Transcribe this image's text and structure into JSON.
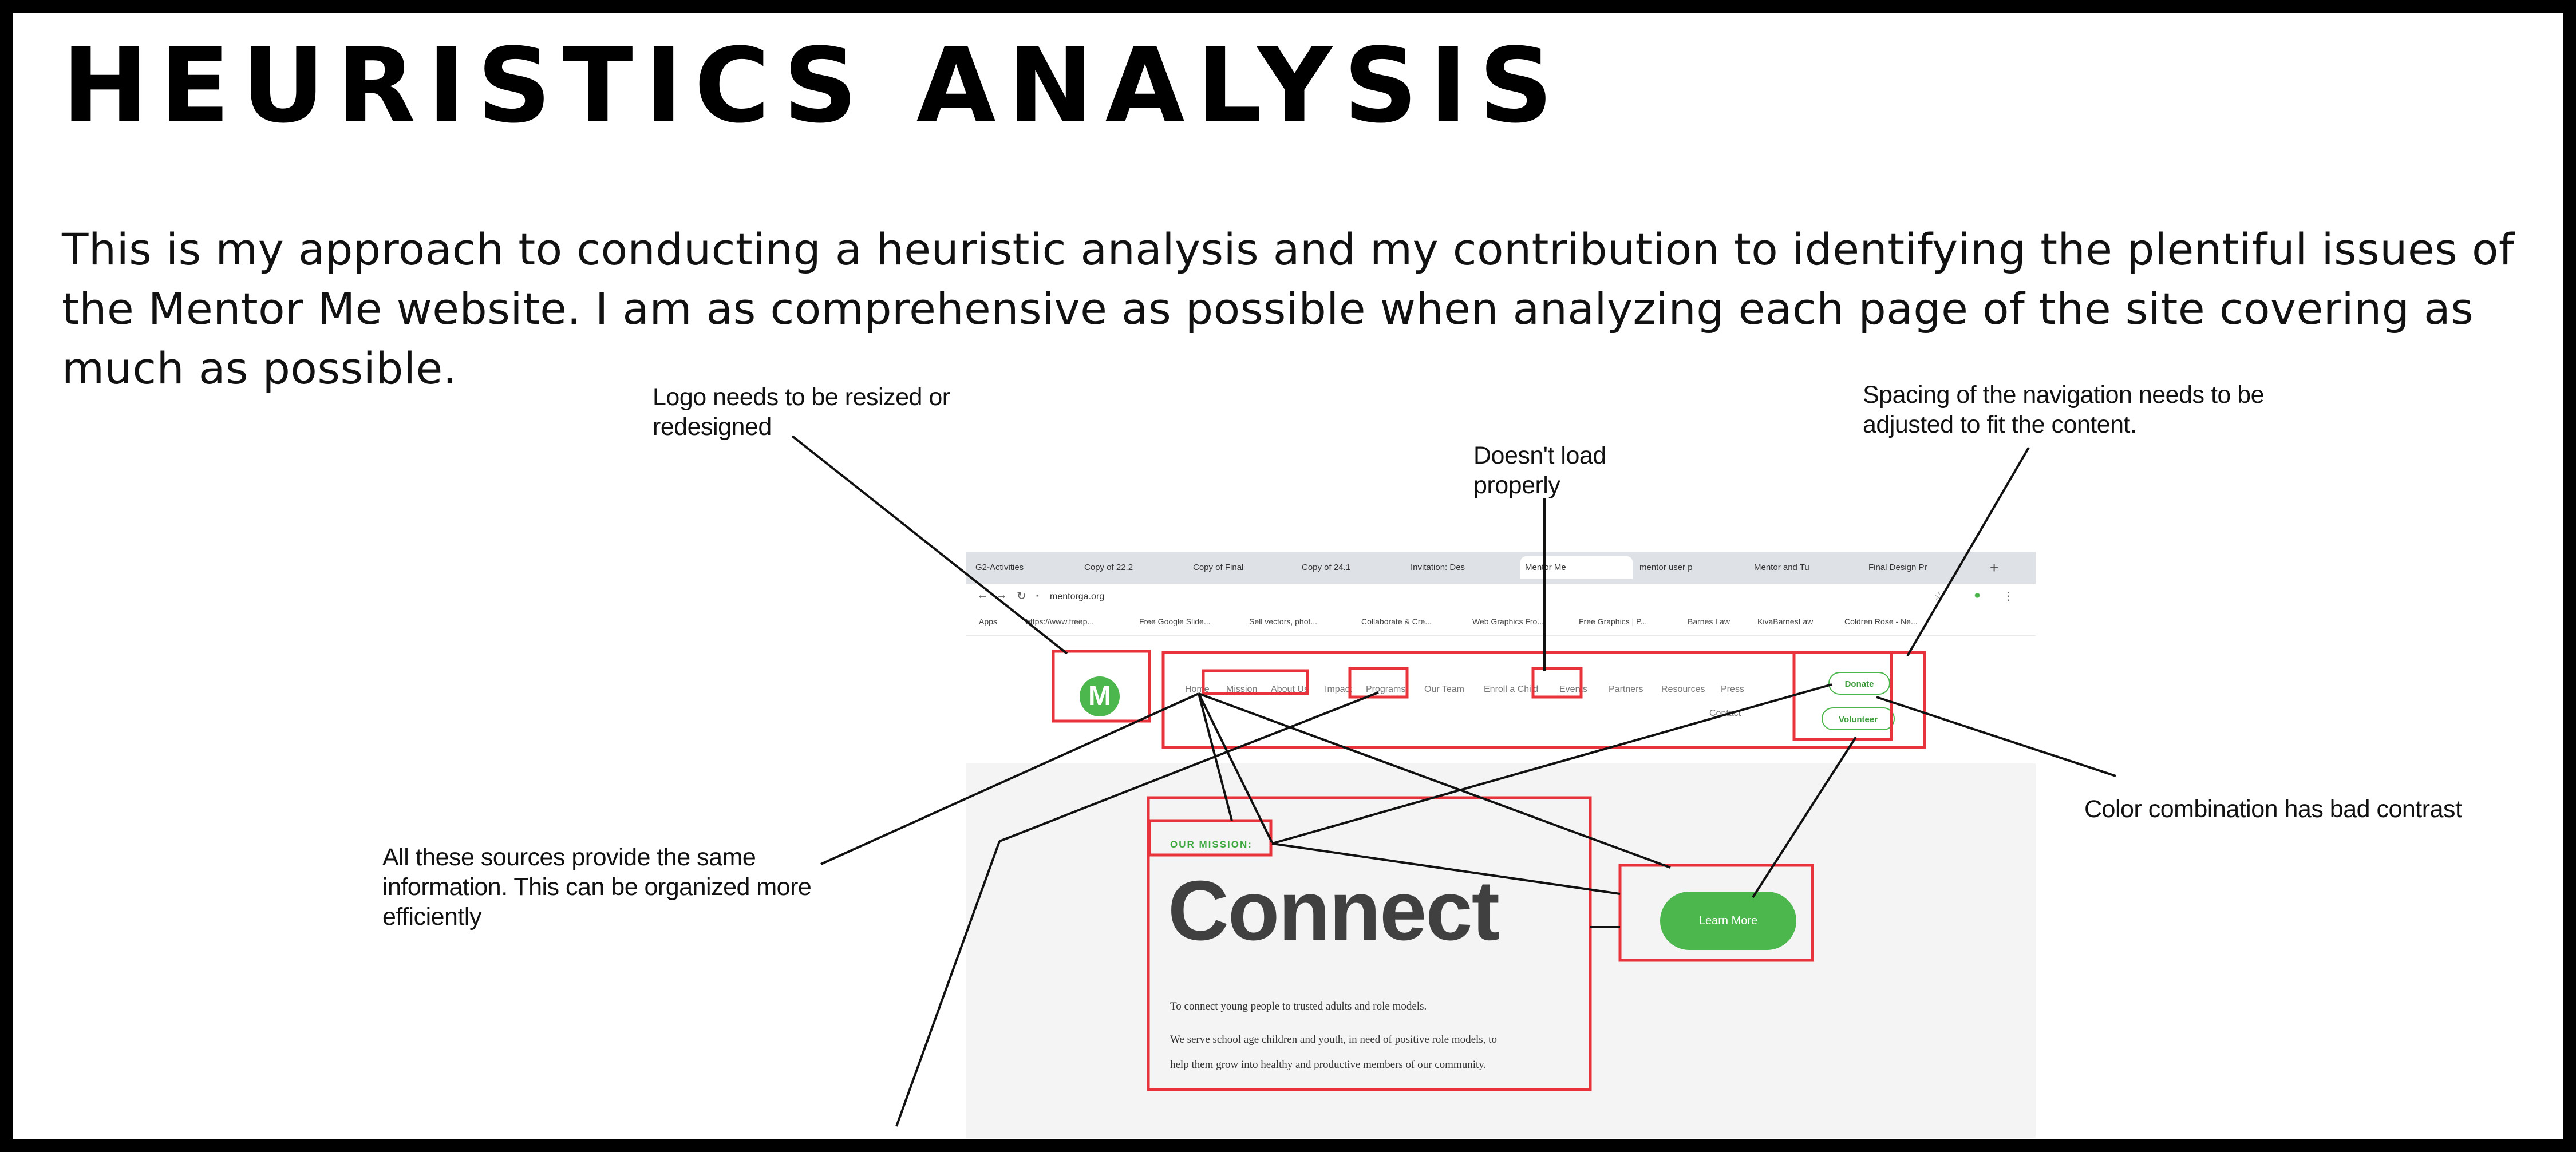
{
  "page": {
    "title": "HEURISTICS ANALYSIS",
    "intro": "This is my approach to conducting a heuristic analysis and my contribution to identifying the plentiful issues of the Mentor Me website. I am as comprehensive as possible when analyzing each page of the site covering as much as possible."
  },
  "annotations": {
    "logo": "Logo needs to be resized or redesigned",
    "load": "Doesn't load properly",
    "nav_spacing": "Spacing of the navigation needs to be adjusted to fit the content.",
    "contrast": "Color combination has bad contrast",
    "sources": "All these sources provide the same information. This can be organized more efficiently"
  },
  "screenshot": {
    "browser_tabs": [
      "G2-Activities",
      "Copy of 22.2",
      "Copy of Final",
      "Copy of 24.1",
      "Invitation: Des",
      "Mentor Me",
      "mentor user p",
      "Mentor and Tu",
      "Final Design Pr"
    ],
    "url": "mentorga.org",
    "bookmarks": [
      "Apps",
      "https://www.freep...",
      "Free Google Slide...",
      "Sell vectors, phot...",
      "Collaborate & Cre...",
      "Web Graphics Fro...",
      "Free Graphics | P...",
      "Barnes Law",
      "KivaBarnesLaw",
      "Coldren Rose - Ne..."
    ],
    "logo_letter": "M",
    "site_nav": [
      "Home",
      "Mission",
      "About Us",
      "Impact",
      "Programs",
      "Our Team",
      "Enroll a Child",
      "Events",
      "Partners",
      "Resources",
      "Press"
    ],
    "contact": "Contact",
    "donate_label": "Donate",
    "volunteer_label": "Volunteer",
    "mission_label": "OUR MISSION:",
    "headline": "Connect",
    "body_line_1": "To connect young people to trusted adults and role models.",
    "body_line_2": "We serve school age children and youth, in need of positive role models, to",
    "body_line_3": "help them grow into healthy and productive members of our community.",
    "learn_more_label": "Learn More"
  },
  "colors": {
    "highlight": "#e8323c",
    "brand_green": "#4cb74c",
    "leader_line": "#000000"
  }
}
